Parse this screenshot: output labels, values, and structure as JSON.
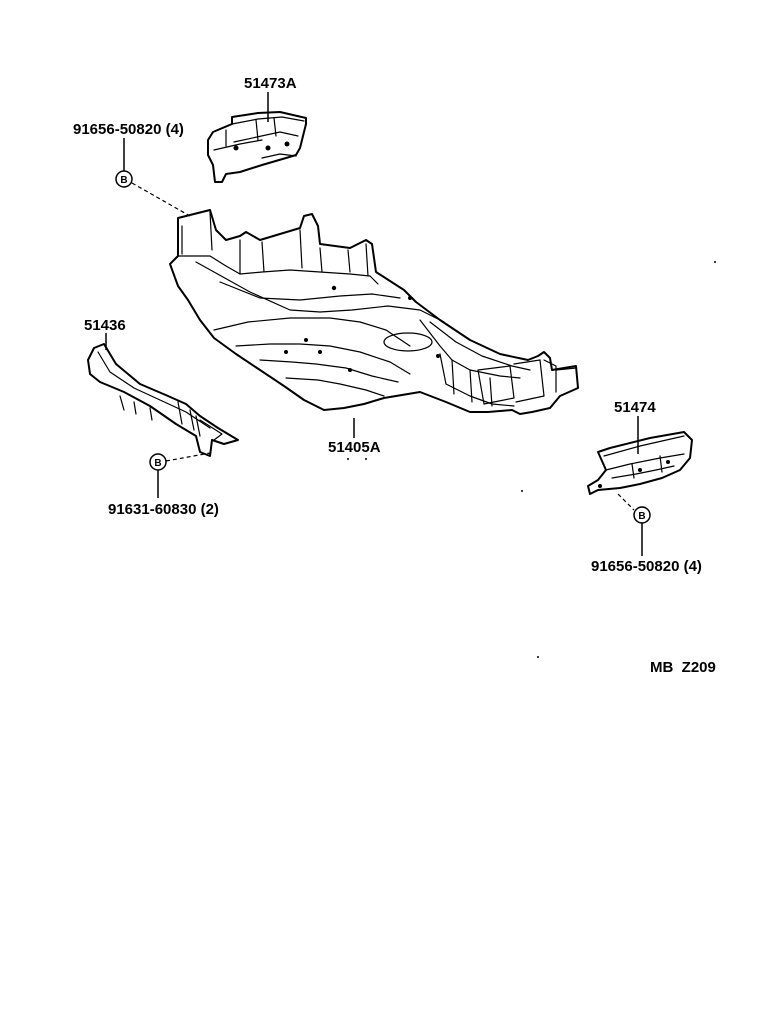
{
  "parts": {
    "bracket_top": "51473A",
    "bolt_top": "91656-50820 (4)",
    "tray": "51405A",
    "bracket_left": "51436",
    "bolt_left": "91631-60830 (2)",
    "bracket_right": "51474",
    "bolt_right": "91656-50820 (4)"
  },
  "bolt_letter": "B",
  "figure_code": "MB  Z209"
}
